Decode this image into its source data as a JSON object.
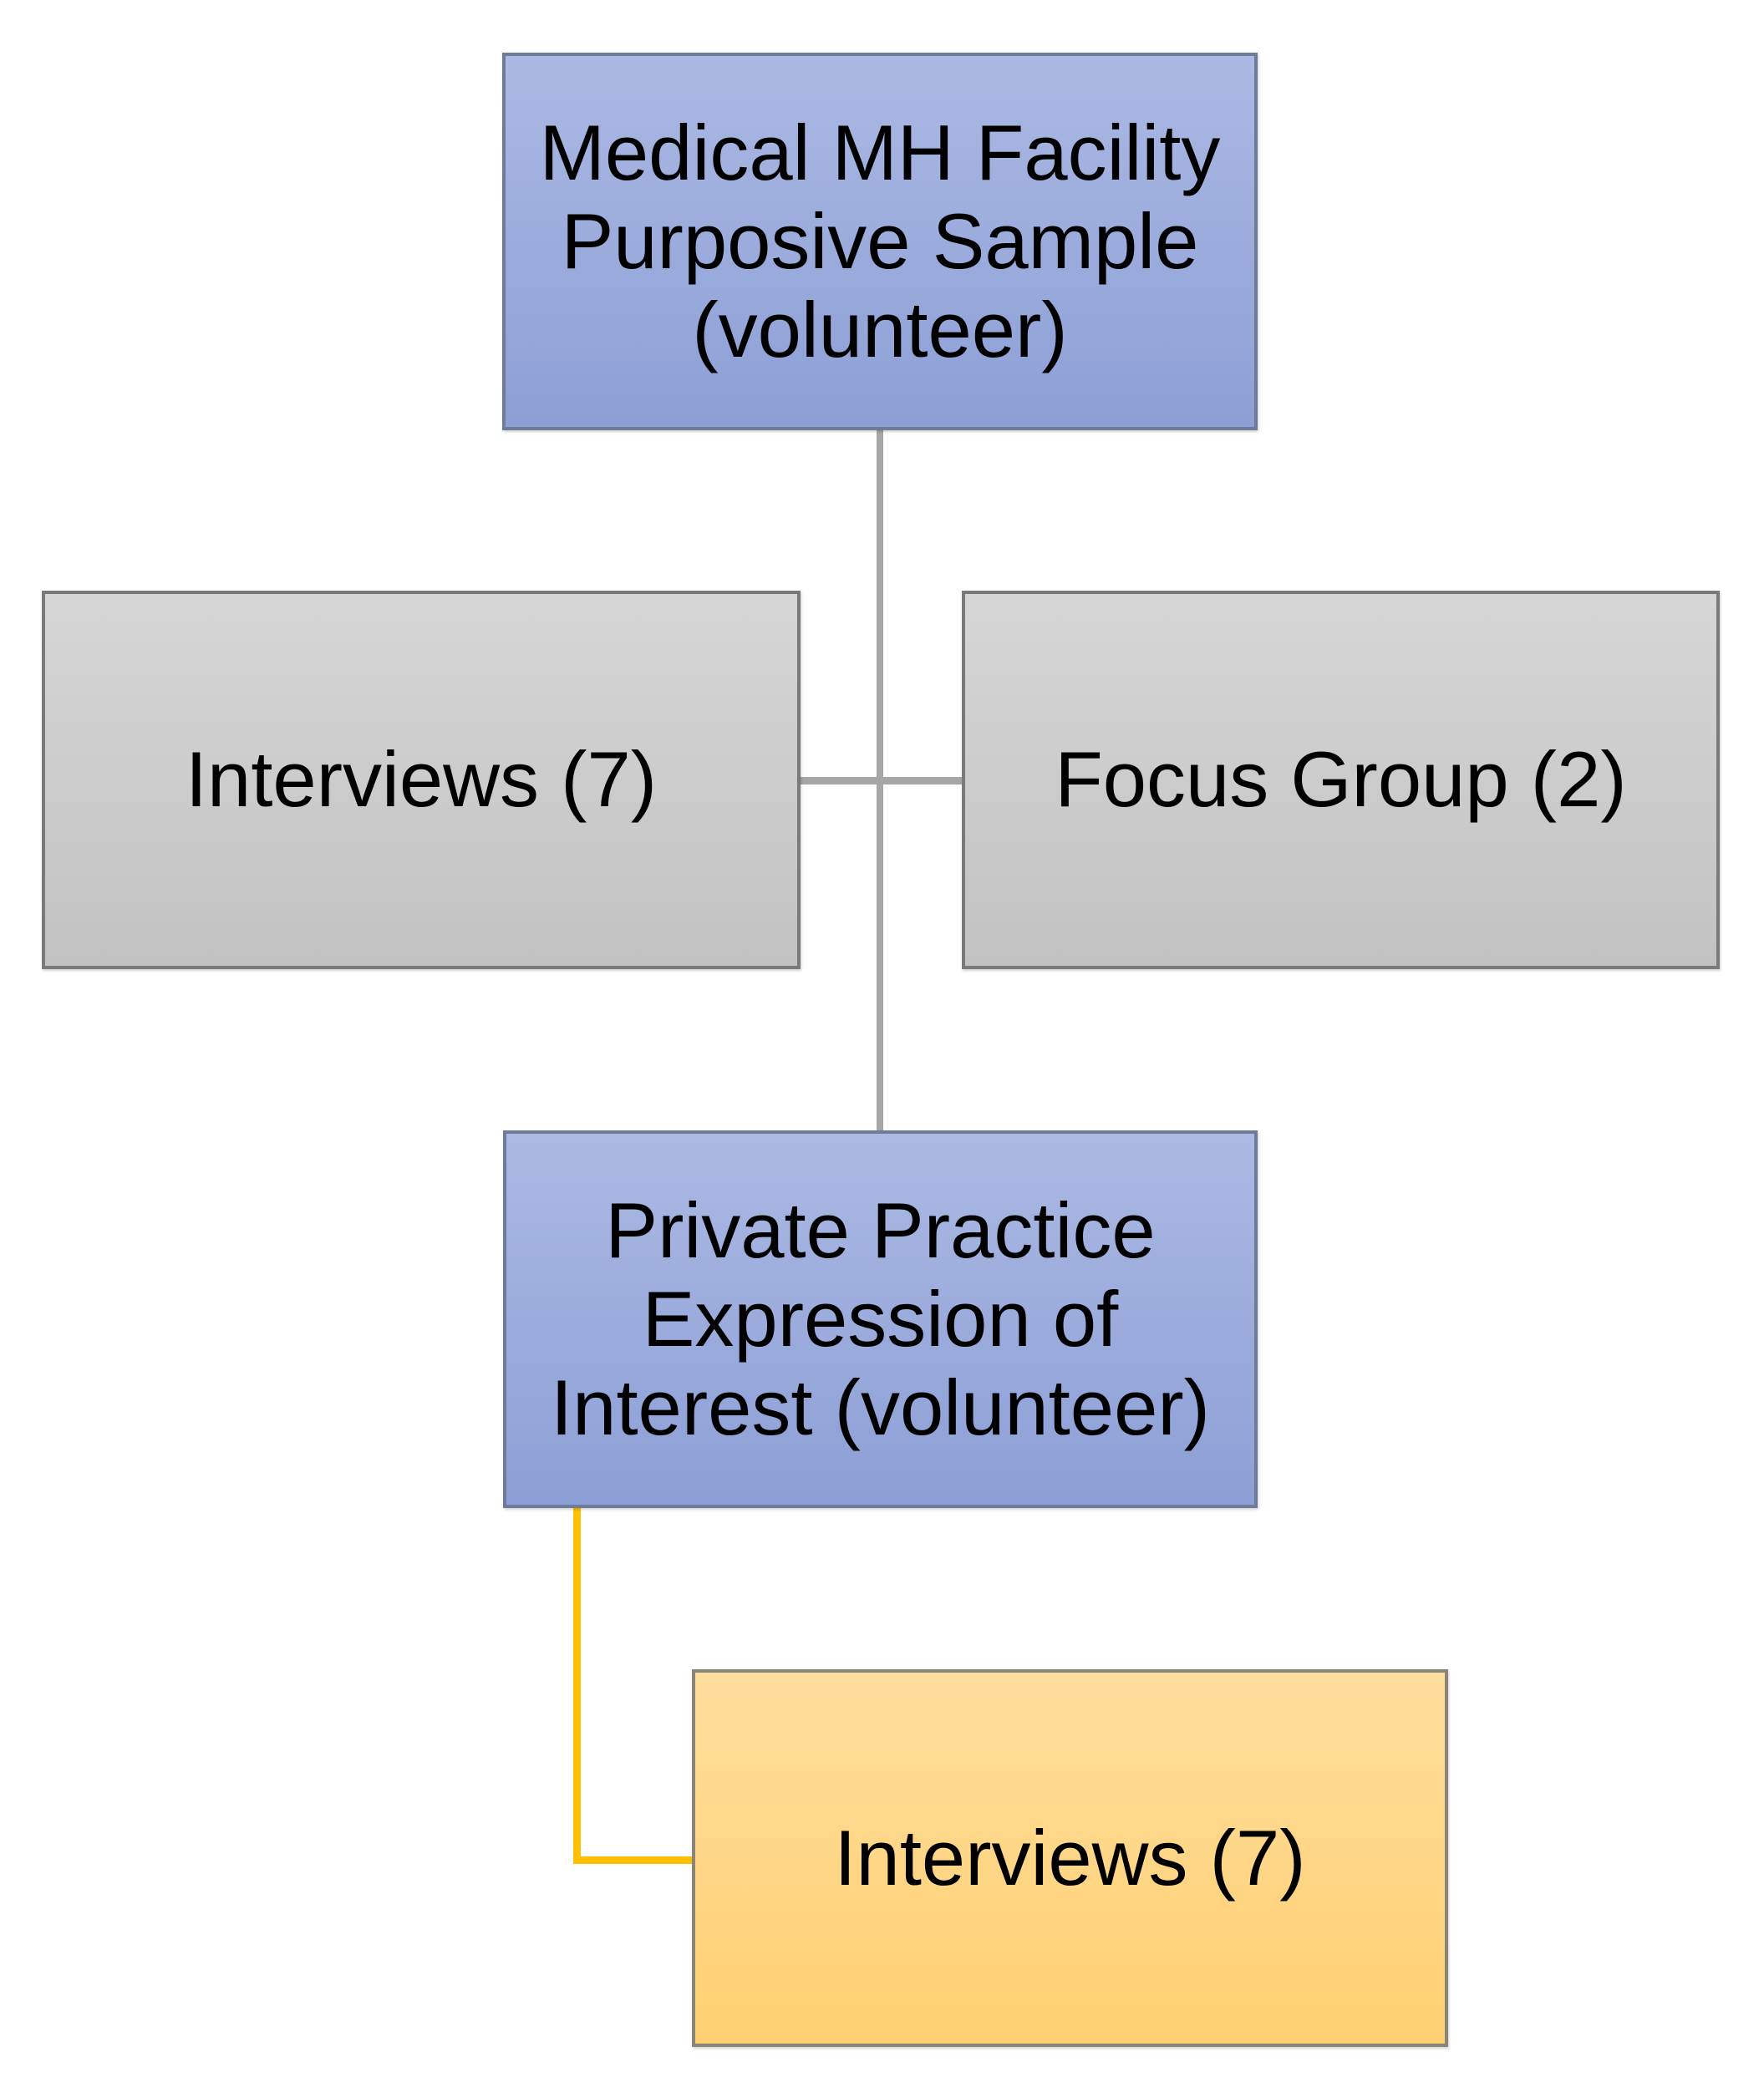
{
  "diagram": {
    "type": "hierarchy-flowchart",
    "background": "#ffffff",
    "nodes": {
      "medical": {
        "lines": [
          "Medical MH Facility",
          "Purposive Sample",
          "(volunteer)"
        ],
        "full_label": "Medical MH Facility Purposive Sample (volunteer)",
        "fill_style": "blue"
      },
      "interviews_medical": {
        "label": "Interviews (7)",
        "fill_style": "gray"
      },
      "focus_group": {
        "label": "Focus Group (2)",
        "fill_style": "gray"
      },
      "private": {
        "lines": [
          "Private Practice",
          "Expression of",
          "Interest (volunteer)"
        ],
        "full_label": "Private Practice Expression of Interest (volunteer)",
        "fill_style": "blue"
      },
      "interviews_private": {
        "label": "Interviews (7)",
        "fill_style": "orange"
      }
    },
    "edges": [
      {
        "from": "medical",
        "to": "interviews_medical",
        "color": "#A6A6A6",
        "style": "elbow"
      },
      {
        "from": "medical",
        "to": "focus_group",
        "color": "#A6A6A6",
        "style": "elbow"
      },
      {
        "from": "medical",
        "to": "private",
        "color": "#A6A6A6",
        "style": "straight"
      },
      {
        "from": "private",
        "to": "interviews_private",
        "color": "#FFC000",
        "style": "elbow"
      }
    ],
    "colors": {
      "blue_top": "#ABB9E3",
      "blue_bottom": "#8C9FD6",
      "blue_border": "#6E7C99",
      "gray_top": "#D6D6D6",
      "gray_bottom": "#C2C2C2",
      "gray_border": "#7A7A7A",
      "orange_top": "#FFDD9C",
      "orange_bottom": "#FFD072",
      "orange_border": "#8B8577",
      "gray_line": "#A6A6A6",
      "yellow_line": "#FFC000",
      "text": "#000000"
    }
  }
}
